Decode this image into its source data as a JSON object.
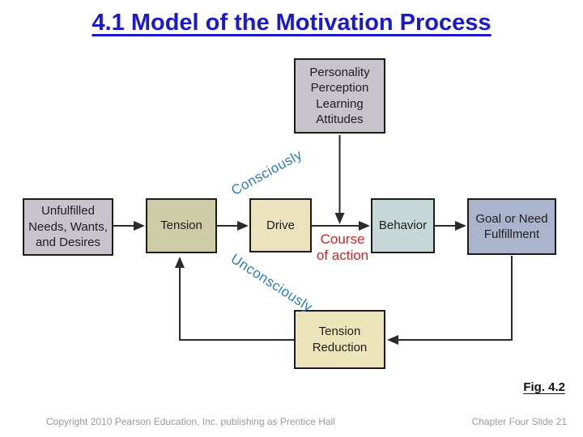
{
  "title": "4.1 Model of the Motivation Process",
  "boxes": {
    "personality": "Personality\nPerception\nLearning\nAttitudes",
    "unfulfilled": "Unfulfilled\nNeeds, Wants,\nand Desires",
    "tension": "Tension",
    "drive": "Drive",
    "behavior": "Behavior",
    "goal": "Goal or Need\nFulfillment",
    "tension_reduction": "Tension\nReduction"
  },
  "annotations": {
    "consciously": "Consciously",
    "unconsciously": "Unconsciously",
    "course_of_action": "Course\nof action"
  },
  "fig_label": "Fig. 4.2",
  "footer": {
    "left": "Copyright 2010 Pearson Education, Inc. publishing as Prentice Hall",
    "right": "Chapter Four Slide 21"
  },
  "colors": {
    "title": "#1a1acc",
    "annotation_blue": "#2b7ab8",
    "course_red": "#c62828",
    "connector": "#2b2b2b",
    "footer_gray": "#9a9a9a",
    "box_fills": {
      "personality": "#c9c3ce",
      "unfulfilled": "#c9c3ce",
      "tension": "#cecca7",
      "drive": "#eae3bd",
      "behavior": "#c6d7d8",
      "goal": "#aab5cd",
      "tension_reduction": "#ece5ba"
    }
  }
}
